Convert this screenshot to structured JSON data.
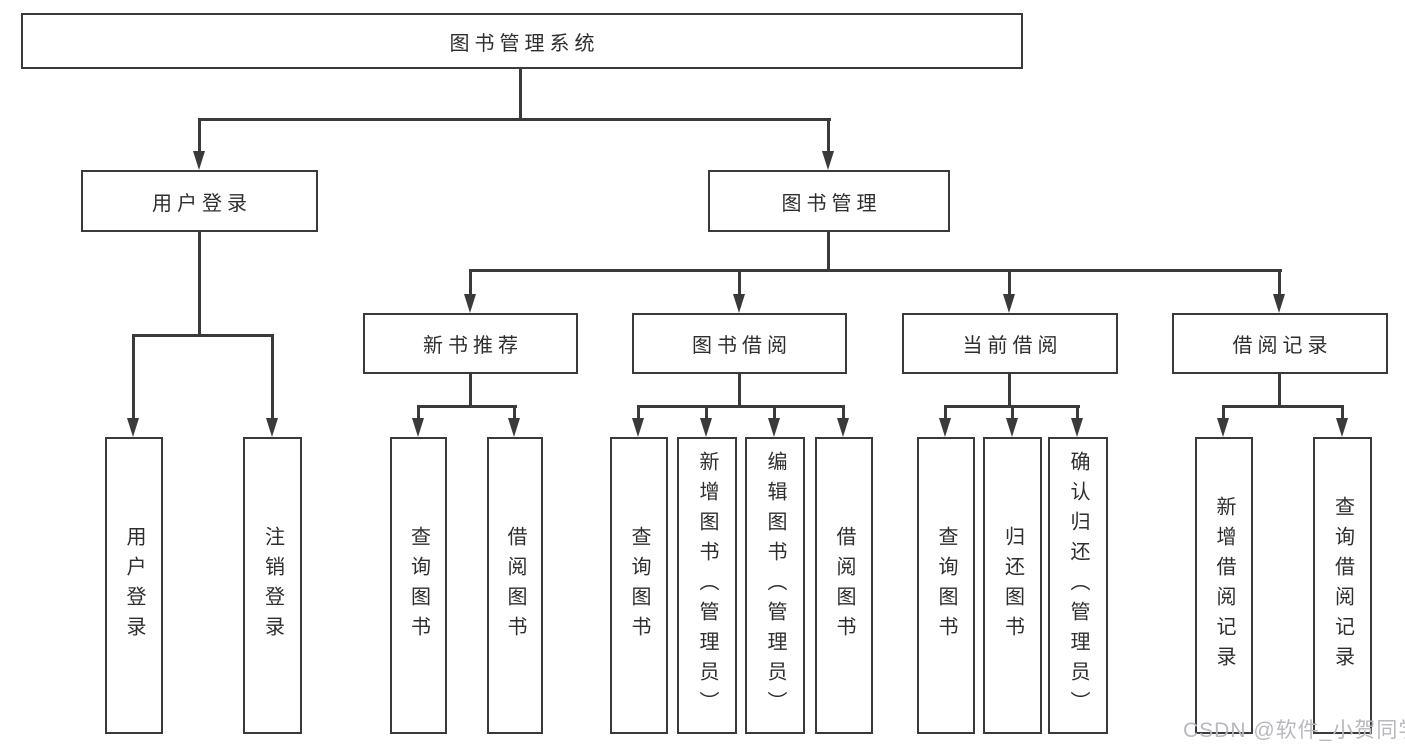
{
  "diagram_title": "图书管理系统",
  "tree": {
    "root": "图书管理系统",
    "branches": [
      {
        "label": "用户登录",
        "children": [
          "用户登录",
          "注销登录"
        ]
      },
      {
        "label": "图书管理",
        "sections": [
          {
            "label": "新书推荐",
            "children": [
              "查询图书",
              "借阅图书"
            ]
          },
          {
            "label": "图书借阅",
            "children": [
              "查询图书",
              "新增图书（管理员）",
              "编辑图书（管理员）",
              "借阅图书"
            ]
          },
          {
            "label": "当前借阅",
            "children": [
              "查询图书",
              "归还图书",
              "确认归还（管理员）"
            ]
          },
          {
            "label": "借阅记录",
            "children": [
              "新增借阅记录",
              "查询借阅记录"
            ]
          }
        ]
      }
    ]
  },
  "watermark": "CSDN @软件_小贺同学",
  "colors": {
    "line": "#3a3a3a",
    "text": "#2e2e2e",
    "background": "#ffffff",
    "watermark": "#b9b8be"
  }
}
